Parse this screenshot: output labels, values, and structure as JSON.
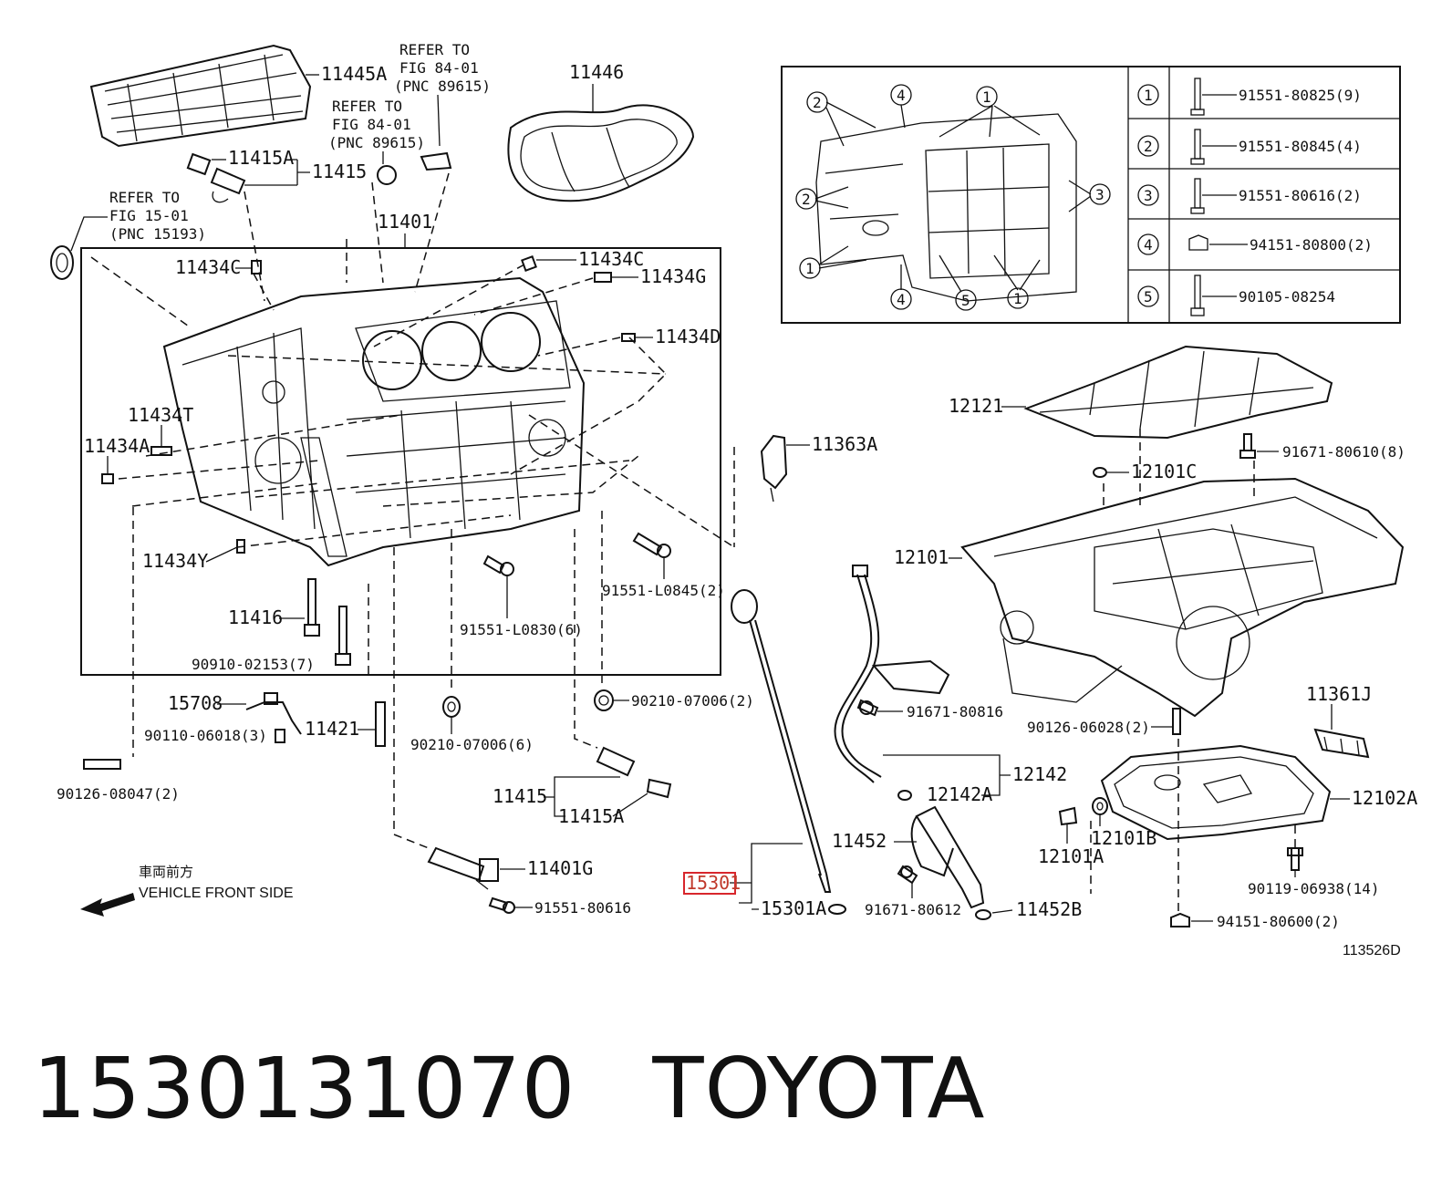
{
  "labels": {
    "l11445A": "11445A",
    "l11446": "11446",
    "l11415A_top": "11415A",
    "l11415_top": "11415",
    "l11401": "11401",
    "l11434C_a": "11434C",
    "l11434C_b": "11434C",
    "l11434G": "11434G",
    "l11434D": "11434D",
    "l11434T": "11434T",
    "l11434A": "11434A",
    "l11434Y": "11434Y",
    "l11416": "11416",
    "l90910": "90910-02153(7)",
    "l91551L0830": "91551-L0830(6)",
    "l91551L0845": "91551-L0845(2)",
    "l15708": "15708",
    "l90110": "90110-06018(3)",
    "l11421": "11421",
    "l90126_08047": "90126-08047(2)",
    "l90210_6": "90210-07006(6)",
    "l90210_2": "90210-07006(2)",
    "l11415_bot": "11415",
    "l11415A_bot": "11415A",
    "l11401G": "11401G",
    "l91551_80616_bot": "91551-80616",
    "l11363A": "11363A",
    "l12121": "12121",
    "l91671_80610": "91671-80610(8)",
    "l12101C": "12101C",
    "l12101": "12101",
    "l11361J": "11361J",
    "l90126_06028": "90126-06028(2)",
    "l91671_80816": "91671-80816",
    "l12142": "12142",
    "l12142A": "12142A",
    "l11452": "11452",
    "l12102A": "12102A",
    "l12101B": "12101B",
    "l12101A": "12101A",
    "l90119": "90119-06938(14)",
    "l94151_80600": "94151-80600(2)",
    "l15301": "15301",
    "l15301A": "15301A",
    "l91671_80612": "91671-80612",
    "l11452B": "11452B",
    "drawing_no": "113526D"
  },
  "refs": {
    "ref1": [
      "REFER TO",
      "FIG 84-01",
      "(PNC 89615)"
    ],
    "ref2": [
      "REFER TO",
      "FIG 84-01",
      "(PNC 89615)"
    ],
    "ref3": [
      "REFER TO",
      "FIG 15-01",
      "(PNC 15193)"
    ]
  },
  "front": {
    "jp": "車両前方",
    "en": "VEHICLE FRONT SIDE"
  },
  "fastener_table": {
    "rows": [
      {
        "key": "1",
        "part": "91551-80825(9)"
      },
      {
        "key": "2",
        "part": "91551-80845(4)"
      },
      {
        "key": "3",
        "part": "91551-80616(2)"
      },
      {
        "key": "4",
        "part": "94151-80800(2)"
      },
      {
        "key": "5",
        "part": "90105-08254"
      }
    ],
    "callouts": [
      "2",
      "4",
      "1",
      "2",
      "3",
      "1",
      "4",
      "5",
      "1"
    ]
  },
  "footer": {
    "part_number": "1530131070",
    "brand": "TOYOTA"
  },
  "highlight_part": "15301"
}
